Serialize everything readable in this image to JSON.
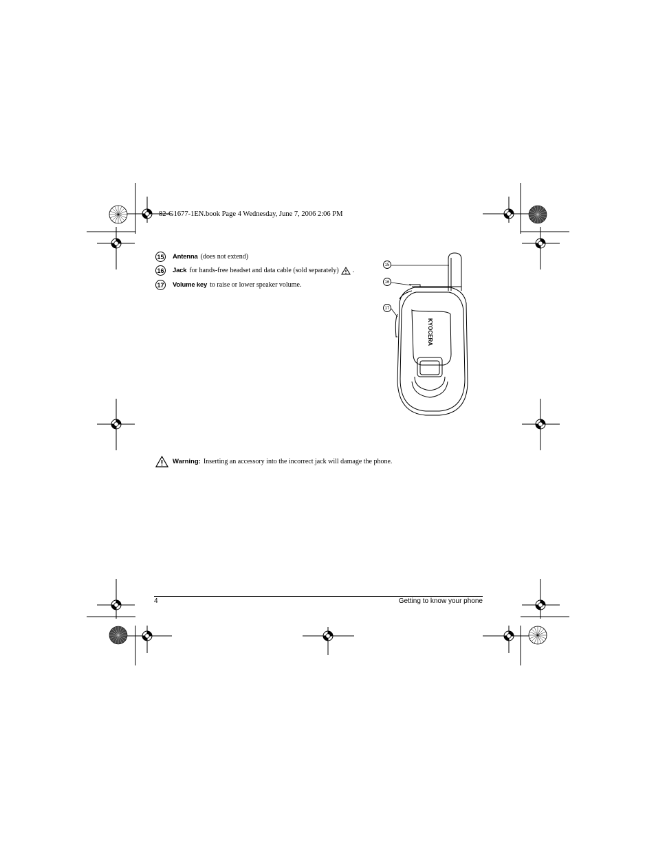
{
  "header": {
    "book_info": "82-G1677-1EN.book  Page 4  Wednesday, June 7, 2006  2:06 PM"
  },
  "items": [
    {
      "number": "15",
      "term": "Antenna",
      "description": "(does not extend)"
    },
    {
      "number": "16",
      "term": "Jack",
      "description": "for hands-free headset and data cable (sold separately)",
      "suffix": "."
    },
    {
      "number": "17",
      "term": "Volume key",
      "description": "to raise or lower speaker volume."
    }
  ],
  "figure": {
    "callouts": [
      "15",
      "16",
      "17"
    ],
    "brand_text": "KYOCERA"
  },
  "warning": {
    "label": "Warning:",
    "text": "Inserting an accessory into the incorrect jack will damage the phone."
  },
  "footer": {
    "page_number": "4",
    "section_title": "Getting to know your phone"
  },
  "icons": {
    "warning": "warning-triangle-icon",
    "registration": "registration-mark-icon",
    "color_wheel": "color-wheel-icon"
  }
}
